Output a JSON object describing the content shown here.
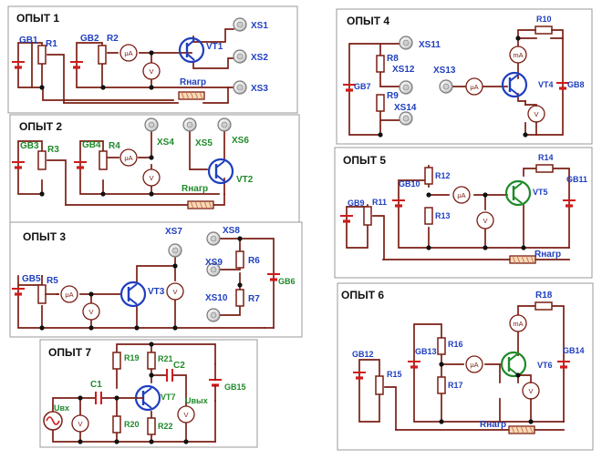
{
  "panels": {
    "p1": {
      "title": "ОПЫТ 1",
      "labels": [
        "GB1",
        "R1",
        "GB2",
        "R2",
        "VT1",
        "XS1",
        "XS2",
        "XS3",
        "Rнагр"
      ]
    },
    "p2": {
      "title": "ОПЫТ 2",
      "labels": [
        "GB3",
        "R3",
        "GB4",
        "R4",
        "XS4",
        "XS5",
        "XS6",
        "VT2",
        "Rнагр"
      ]
    },
    "p3": {
      "title": "ОПЫТ 3",
      "labels": [
        "XS7",
        "XS8",
        "GB5",
        "R5",
        "VT3",
        "XS9",
        "R6",
        "XS10",
        "R7",
        "GB6"
      ]
    },
    "p4": {
      "title": "ОПЫТ 4",
      "labels": [
        "XS11",
        "R8",
        "XS12",
        "XS13",
        "R9",
        "XS14",
        "GB7",
        "R10",
        "VT4",
        "GB8"
      ]
    },
    "p5": {
      "title": "ОПЫТ 5",
      "labels": [
        "R14",
        "GB10",
        "R12",
        "GB9",
        "R11",
        "R13",
        "VT5",
        "GB11",
        "Rнагр"
      ]
    },
    "p6": {
      "title": "ОПЫТ 6",
      "labels": [
        "R18",
        "R16",
        "GB13",
        "GB12",
        "R15",
        "R17",
        "VT6",
        "GB14",
        "Rнагр"
      ]
    },
    "p7": {
      "title": "ОПЫТ 7",
      "labels": [
        "R19",
        "R21",
        "C2",
        "C1",
        "VT7",
        "Uвх",
        "Uвых",
        "R20",
        "R22",
        "GB15"
      ]
    }
  },
  "meters": {
    "ammeter": "μA",
    "milliammeter": "mA",
    "voltmeter": "V"
  },
  "colors": {
    "wire": "#7a1f14",
    "label_blue": "#1f3fbf",
    "label_green": "#1f8a2a",
    "battery": "#d11a1a"
  },
  "icons": [
    "battery-icon",
    "resistor-icon",
    "potentiometer-icon",
    "socket-icon",
    "npn-transistor-icon",
    "pnp-transistor-icon",
    "ac-source-icon",
    "capacitor-icon",
    "meter-icon"
  ]
}
